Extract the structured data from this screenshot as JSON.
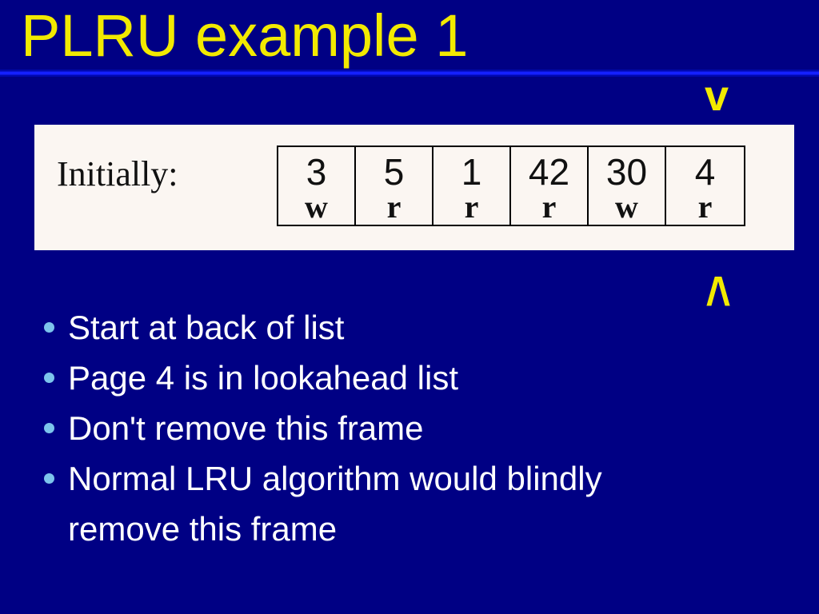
{
  "slide": {
    "title": "PLRU example 1"
  },
  "colors": {
    "bg": "#000084",
    "yellow": "#f2ea00",
    "rule_bright": "#1420ff",
    "rule_dark": "#0008ae",
    "box_bg": "#fbf6f2",
    "ink": "#111111",
    "text": "#ffffff",
    "bullet_dot": "#7cc4ec",
    "table_border": "#000000"
  },
  "diagram": {
    "label": "Initially:",
    "frames": [
      {
        "page": "3",
        "access": "w"
      },
      {
        "page": "5",
        "access": "r"
      },
      {
        "page": "1",
        "access": "r"
      },
      {
        "page": "42",
        "access": "r"
      },
      {
        "page": "30",
        "access": "w"
      },
      {
        "page": "4",
        "access": "r"
      }
    ],
    "pointer_top": "v",
    "pointer_bottom": "^"
  },
  "bullets": [
    "Start at back of list",
    "Page 4 is in lookahead list",
    "Don't remove this frame",
    "Normal LRU algorithm would blindly remove this frame"
  ]
}
